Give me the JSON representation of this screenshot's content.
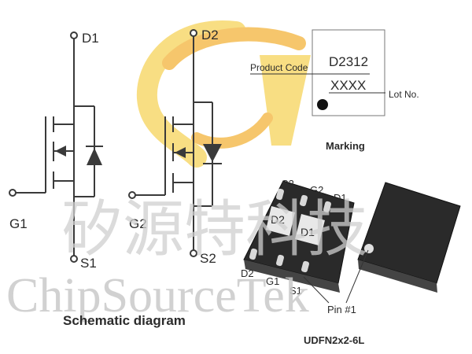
{
  "mosfet_left": {
    "drain": "D1",
    "gate": "G1",
    "source": "S1"
  },
  "mosfet_right": {
    "drain": "D2",
    "gate": "G2",
    "source": "S2"
  },
  "schematic_caption": "Schematic diagram",
  "marking": {
    "product_code_label": "Product Code",
    "product_code": "D2312",
    "lot_code": "XXXX",
    "lot_label": "Lot No.",
    "caption": "Marking"
  },
  "package": {
    "top_pins": [
      "S2",
      "G2",
      "D1"
    ],
    "bottom_pins": [
      "D2",
      "G1",
      "S1"
    ],
    "die_labels": [
      "D2",
      "D1"
    ],
    "pin1_label": "Pin #1",
    "name": "UDFN2x2-6L"
  },
  "watermark": {
    "chinese": "矽源特科技",
    "english": "ChipSourceTek"
  },
  "colors": {
    "logo_yellow": "#f6d35a",
    "logo_orange": "#f3b43b",
    "line": "#3a3a3a",
    "package_body": "#2a2a2a"
  }
}
